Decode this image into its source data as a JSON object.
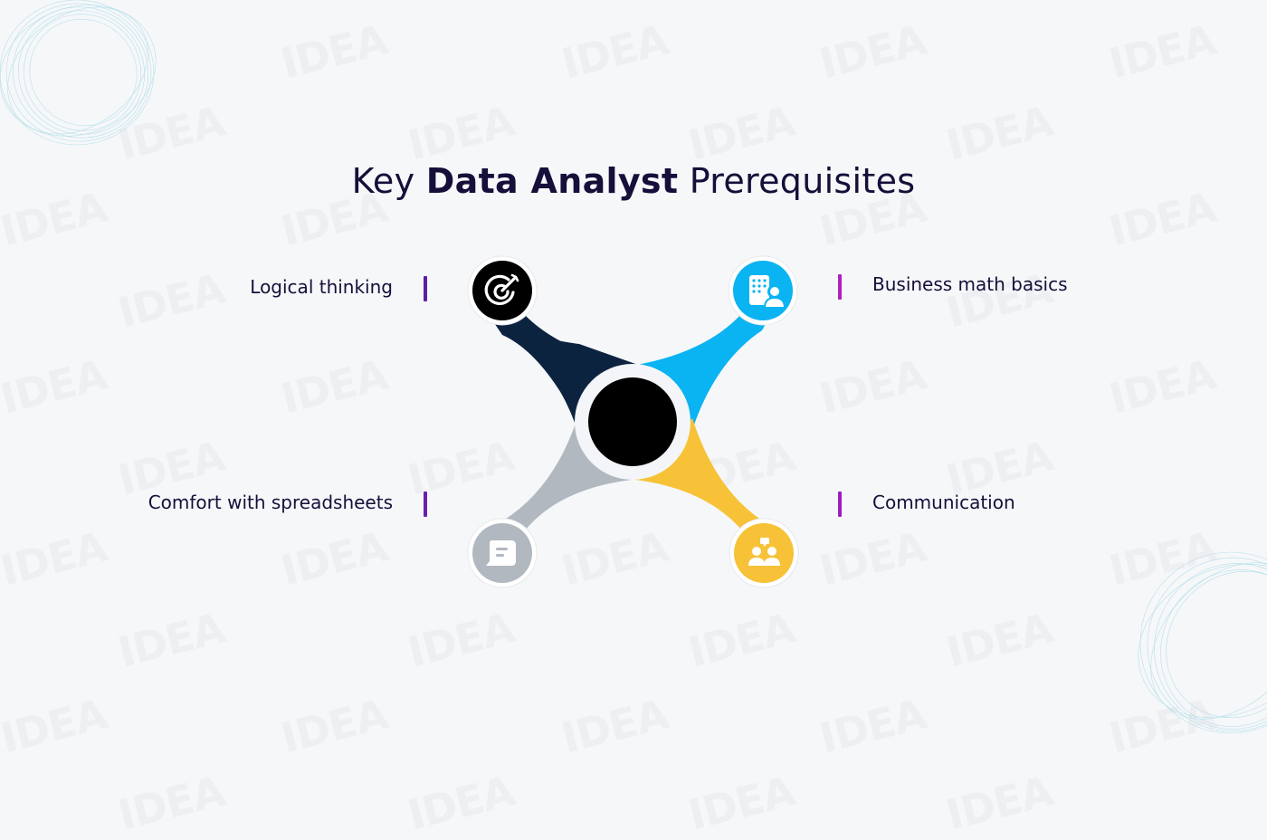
{
  "title": {
    "prefix": "Key ",
    "bold": "Data Analyst",
    "suffix": " Prerequisites"
  },
  "items": [
    {
      "label": "Logical thinking",
      "icon": "target-icon",
      "color": "#0c2340",
      "marker_color": "#5b1ea8",
      "position": "top-left"
    },
    {
      "label": "Business math basics",
      "icon": "calculator-person-icon",
      "color": "#0ab3f2",
      "marker_color": "#b01fbf",
      "position": "top-right"
    },
    {
      "label": "Comfort with spreadsheets",
      "icon": "chat-bubble-icon",
      "color": "#b1b8c0",
      "marker_color": "#6a1fb0",
      "position": "bottom-left"
    },
    {
      "label": "Communication",
      "icon": "team-hierarchy-icon",
      "color": "#f7c237",
      "marker_color": "#9b1ec0",
      "position": "bottom-right"
    }
  ],
  "center": {
    "color": "#000000"
  },
  "watermark": {
    "text": "IDEA"
  }
}
